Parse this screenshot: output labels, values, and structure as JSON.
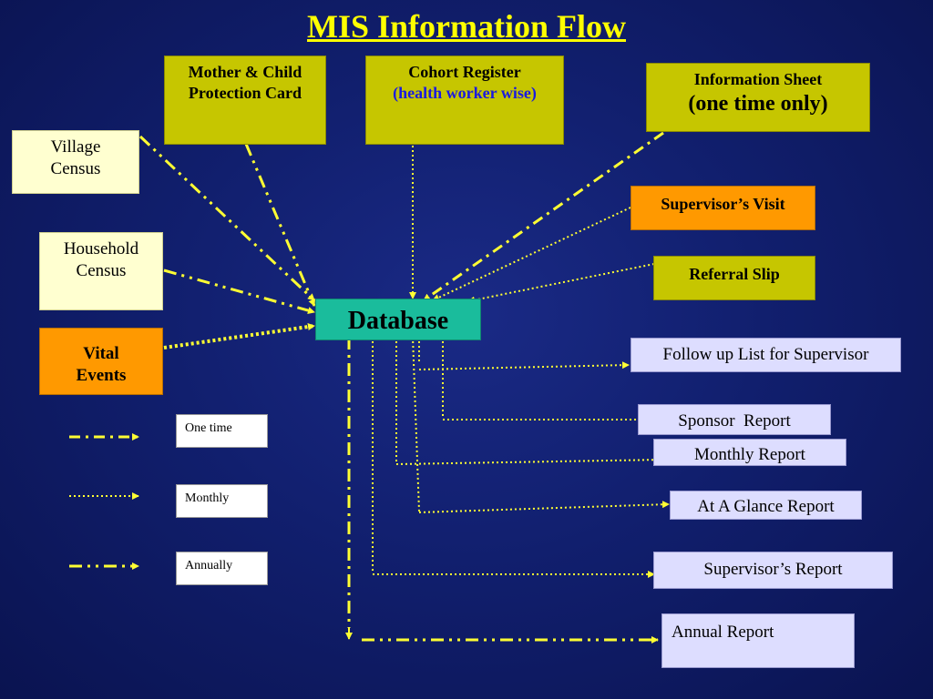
{
  "title": "MIS Information Flow",
  "colors": {
    "background": "#111f6e",
    "line": "#ffff33",
    "title": "#ffff00",
    "database": "#1abc9c"
  },
  "sources": {
    "mcp_card": "Mother & Child Protection Card",
    "cohort_register": "Cohort Register",
    "cohort_register_sub": "(health worker wise)",
    "info_sheet": "Information Sheet",
    "info_sheet_sub": "(one time only)",
    "village_census": "Village Census",
    "household_census": "Household Census",
    "vital_events": "Vital Events",
    "supervisor_visit": "Supervisor’s Visit",
    "referral_slip": "Referral Slip"
  },
  "database": "Database",
  "outputs": {
    "follow_up": "Follow up List for Supervisor",
    "sponsor": "Sponsor  Report",
    "monthly": "Monthly Report",
    "at_a_glance": "At A Glance Report",
    "supervisor_report": "Supervisor’s Report",
    "annual": "Annual Report"
  },
  "legend": {
    "one_time": "One time",
    "monthly": "Monthly",
    "annually": "Annually"
  }
}
